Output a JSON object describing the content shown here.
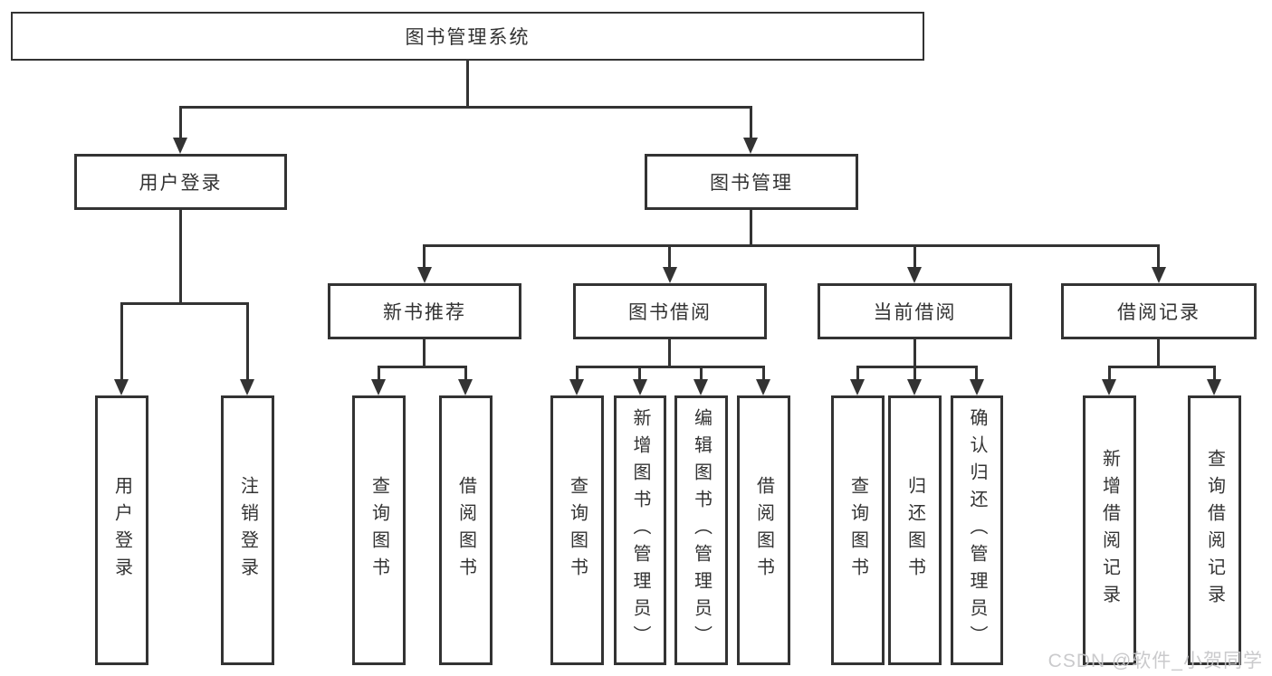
{
  "diagram": {
    "root": {
      "label": "图书管理系统"
    },
    "level2": [
      {
        "label": "用户登录"
      },
      {
        "label": "图书管理"
      }
    ],
    "level3": [
      {
        "label": "新书推荐"
      },
      {
        "label": "图书借阅"
      },
      {
        "label": "当前借阅"
      },
      {
        "label": "借阅记录"
      }
    ],
    "leaves": {
      "user_login": [
        {
          "label": "用户登录"
        },
        {
          "label": "注销登录"
        }
      ],
      "new_book": [
        {
          "label": "查询图书"
        },
        {
          "label": "借阅图书"
        }
      ],
      "book_borrow": [
        {
          "label": "查询图书"
        },
        {
          "label": "新增图书（管理员）"
        },
        {
          "label": "编辑图书（管理员）"
        },
        {
          "label": "借阅图书"
        }
      ],
      "current_borrow": [
        {
          "label": "查询图书"
        },
        {
          "label": "归还图书"
        },
        {
          "label": "确认归还（管理员）"
        }
      ],
      "borrow_record": [
        {
          "label": "新增借阅记录"
        },
        {
          "label": "查询借阅记录"
        }
      ]
    }
  },
  "watermark": {
    "text": "CSDN @软件_小贺同学"
  },
  "colors": {
    "line": "#333333",
    "text": "#333333",
    "box_background": "#ffffff",
    "watermark": "#c5c5c8"
  }
}
